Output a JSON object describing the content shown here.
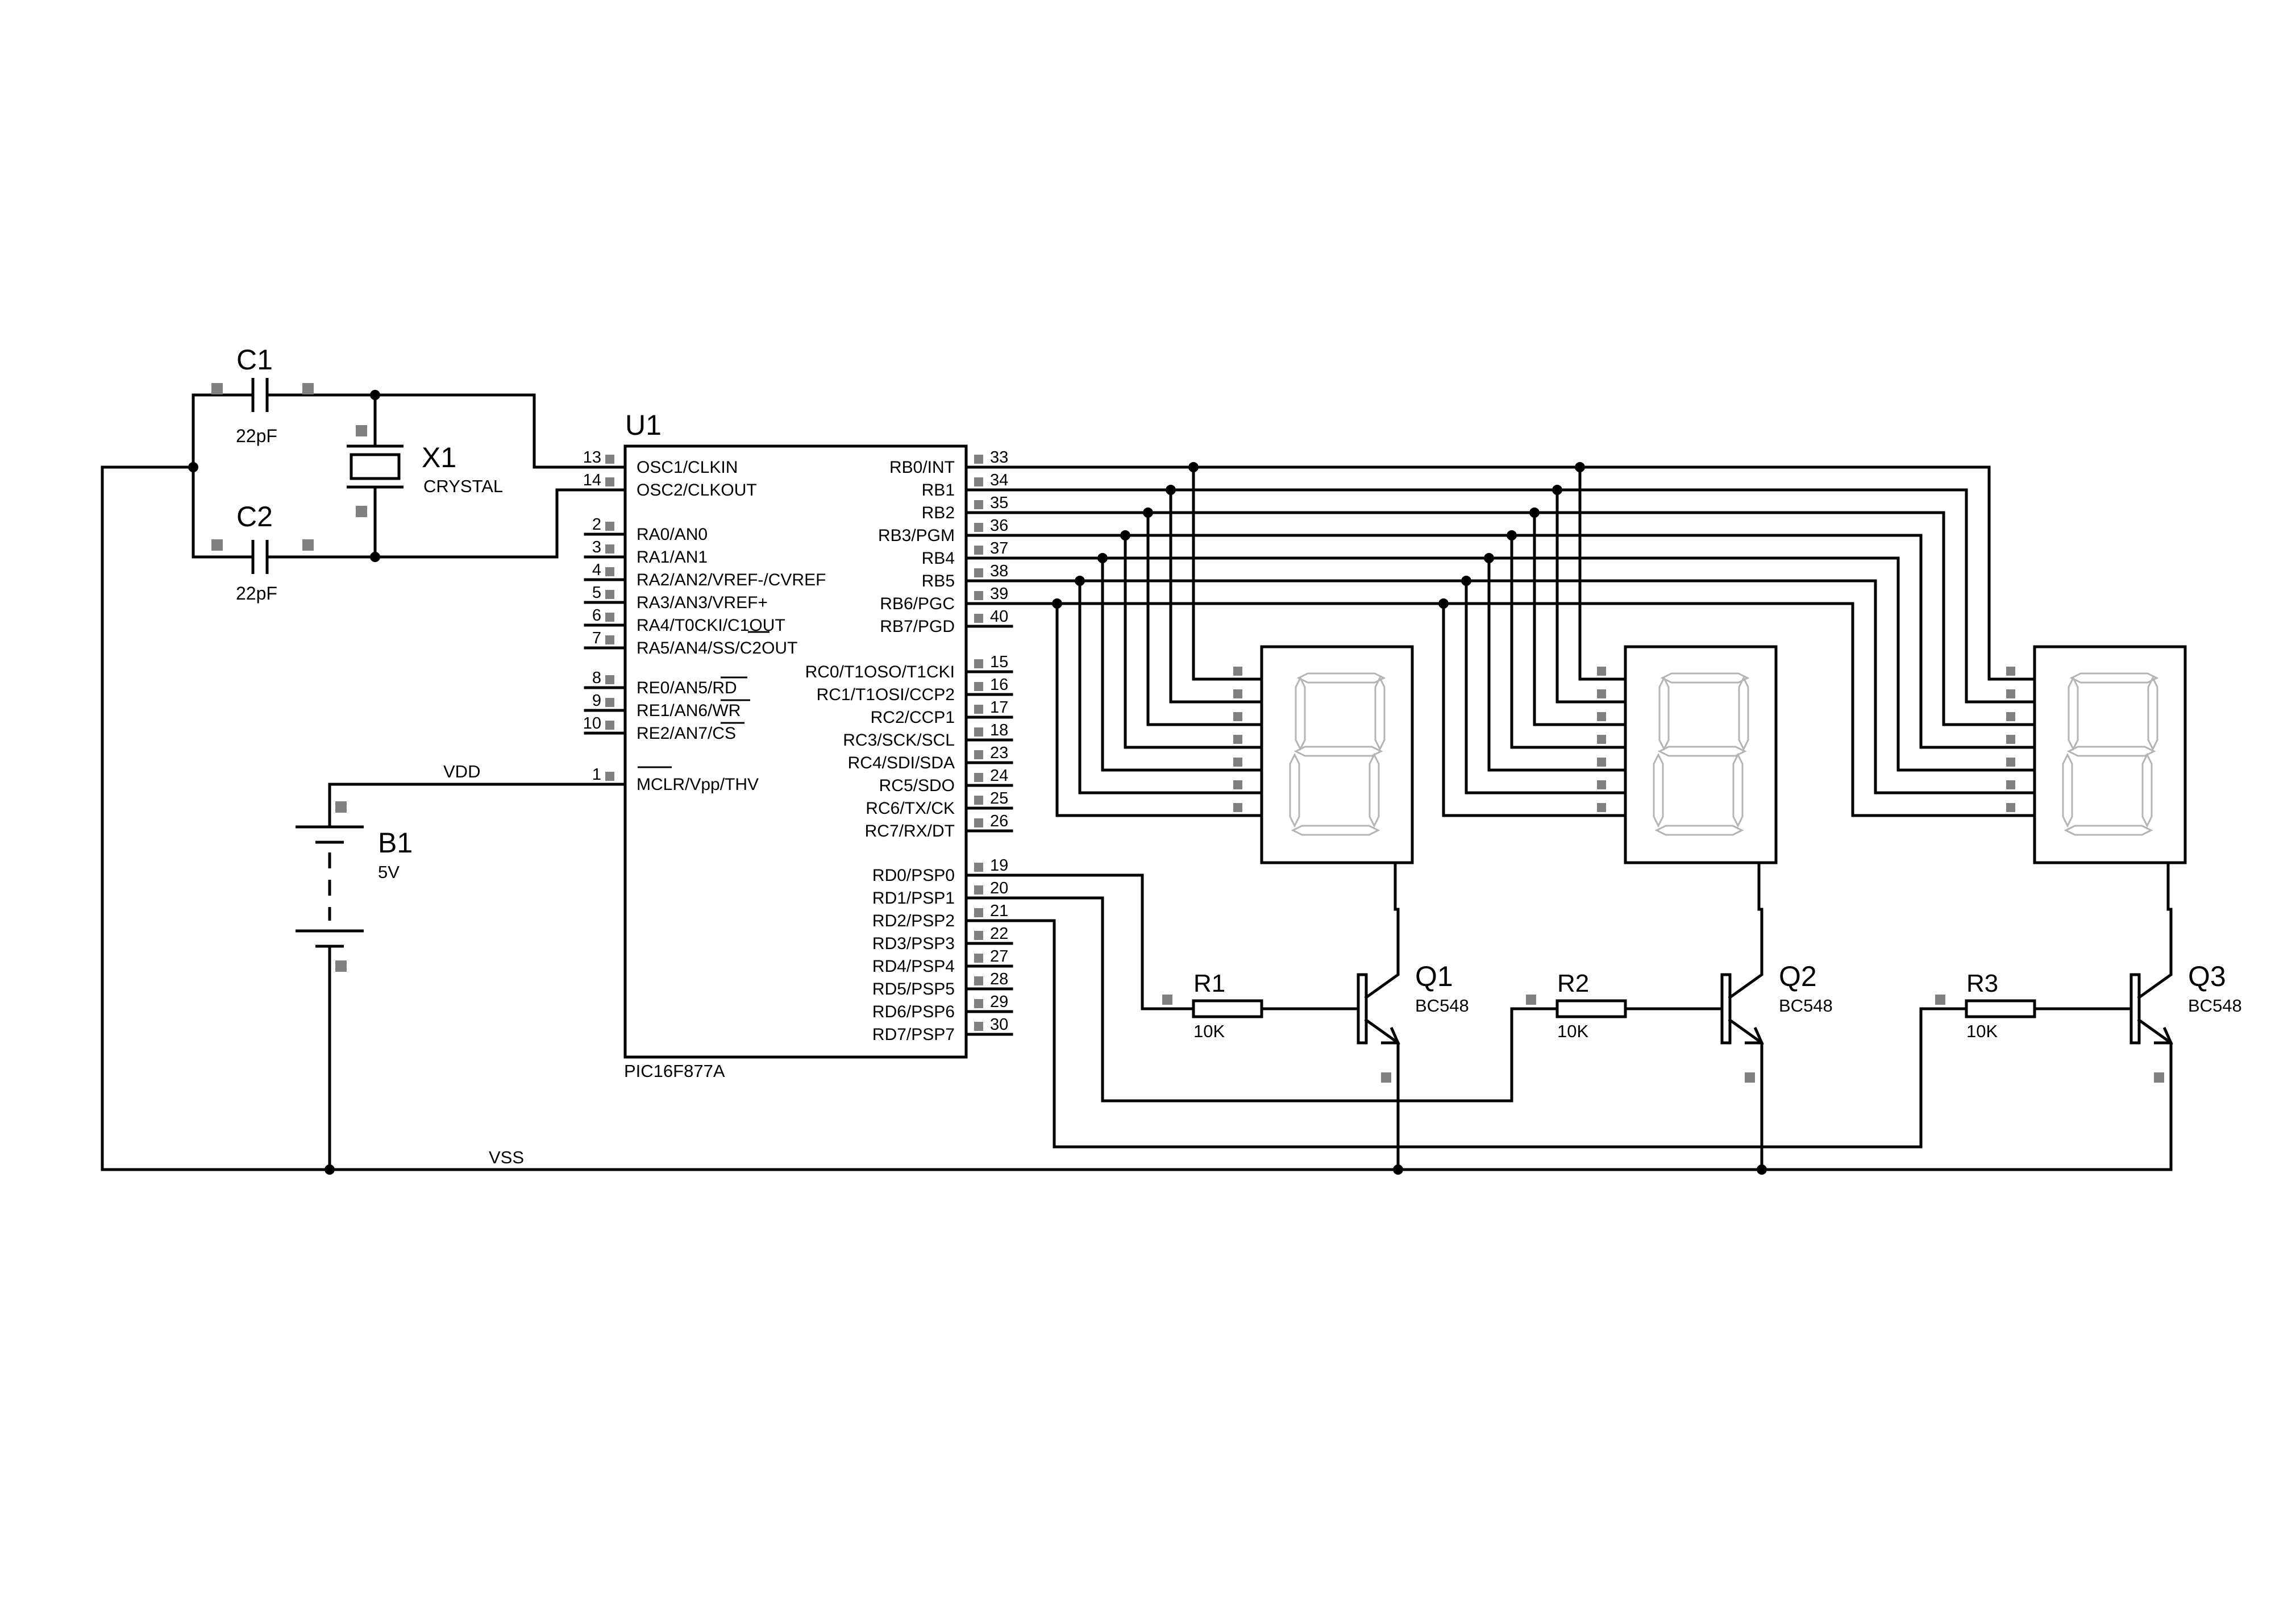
{
  "mcu": {
    "ref": "U1",
    "part": "PIC16F877A",
    "left_pins": [
      {
        "num": "13",
        "name": "OSC1/CLKIN"
      },
      {
        "num": "14",
        "name": "OSC2/CLKOUT"
      },
      {
        "num": "2",
        "name": "RA0/AN0"
      },
      {
        "num": "3",
        "name": "RA1/AN1"
      },
      {
        "num": "4",
        "name": "RA2/AN2/VREF-/CVREF"
      },
      {
        "num": "5",
        "name": "RA3/AN3/VREF+"
      },
      {
        "num": "6",
        "name": "RA4/T0CKI/C1OUT"
      },
      {
        "num": "7",
        "name": "RA5/AN4/SS/C2OUT"
      },
      {
        "num": "8",
        "name": "RE0/AN5/RD"
      },
      {
        "num": "9",
        "name": "RE1/AN6/WR"
      },
      {
        "num": "10",
        "name": "RE2/AN7/CS"
      },
      {
        "num": "1",
        "name": "MCLR/Vpp/THV"
      }
    ],
    "right_pins": [
      {
        "num": "33",
        "name": "RB0/INT"
      },
      {
        "num": "34",
        "name": "RB1"
      },
      {
        "num": "35",
        "name": "RB2"
      },
      {
        "num": "36",
        "name": "RB3/PGM"
      },
      {
        "num": "37",
        "name": "RB4"
      },
      {
        "num": "38",
        "name": "RB5"
      },
      {
        "num": "39",
        "name": "RB6/PGC"
      },
      {
        "num": "40",
        "name": "RB7/PGD"
      },
      {
        "num": "15",
        "name": "RC0/T1OSO/T1CKI"
      },
      {
        "num": "16",
        "name": "RC1/T1OSI/CCP2"
      },
      {
        "num": "17",
        "name": "RC2/CCP1"
      },
      {
        "num": "18",
        "name": "RC3/SCK/SCL"
      },
      {
        "num": "23",
        "name": "RC4/SDI/SDA"
      },
      {
        "num": "24",
        "name": "RC5/SDO"
      },
      {
        "num": "25",
        "name": "RC6/TX/CK"
      },
      {
        "num": "26",
        "name": "RC7/RX/DT"
      },
      {
        "num": "19",
        "name": "RD0/PSP0"
      },
      {
        "num": "20",
        "name": "RD1/PSP1"
      },
      {
        "num": "21",
        "name": "RD2/PSP2"
      },
      {
        "num": "22",
        "name": "RD3/PSP3"
      },
      {
        "num": "27",
        "name": "RD4/PSP4"
      },
      {
        "num": "28",
        "name": "RD5/PSP5"
      },
      {
        "num": "29",
        "name": "RD6/PSP6"
      },
      {
        "num": "30",
        "name": "RD7/PSP7"
      }
    ]
  },
  "capacitors": [
    {
      "ref": "C1",
      "value": "22pF"
    },
    {
      "ref": "C2",
      "value": "22pF"
    }
  ],
  "crystal": {
    "ref": "X1",
    "value": "CRYSTAL"
  },
  "battery": {
    "ref": "B1",
    "value": "5V"
  },
  "nets": {
    "vdd": "VDD",
    "vss": "VSS"
  },
  "resistors": [
    {
      "ref": "R1",
      "value": "10K"
    },
    {
      "ref": "R2",
      "value": "10K"
    },
    {
      "ref": "R3",
      "value": "10K"
    }
  ],
  "transistors": [
    {
      "ref": "Q1",
      "value": "BC548"
    },
    {
      "ref": "Q2",
      "value": "BC548"
    },
    {
      "ref": "Q3",
      "value": "BC548"
    }
  ]
}
